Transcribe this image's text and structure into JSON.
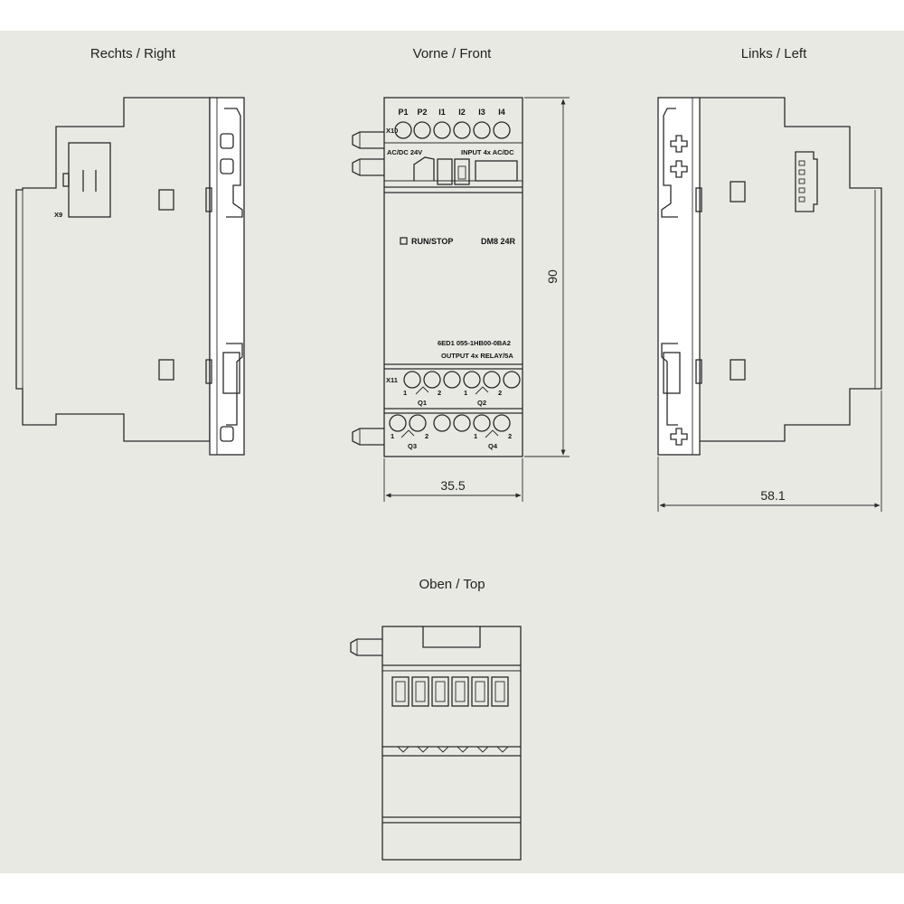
{
  "views": {
    "right": {
      "title": "Rechts / Right",
      "connector_label": "X9"
    },
    "front": {
      "title": "Vorne / Front",
      "top_terminals": [
        "P1",
        "P2",
        "I1",
        "I2",
        "I3",
        "I4"
      ],
      "x10_label": "X10",
      "supply_label": "AC/DC 24V",
      "input_label": "INPUT 4x AC/DC",
      "run_stop_label": "RUN/STOP",
      "model_label": "DM8 24R",
      "order_number": "6ED1 055-1HB00-0BA2",
      "output_label": "OUTPUT 4x RELAY/5A",
      "x11_label": "X11",
      "q1": "Q1",
      "q2": "Q2",
      "q3": "Q3",
      "q4": "Q4",
      "contact_1": "1",
      "contact_2": "2"
    },
    "left": {
      "title": "Links / Left"
    },
    "top": {
      "title": "Oben / Top"
    }
  },
  "dimensions": {
    "height": "90",
    "width_front": "35.5",
    "depth": "58.1"
  },
  "colors": {
    "background": "#e9e9e4",
    "line": "#2a2a2a",
    "text": "#222222"
  }
}
